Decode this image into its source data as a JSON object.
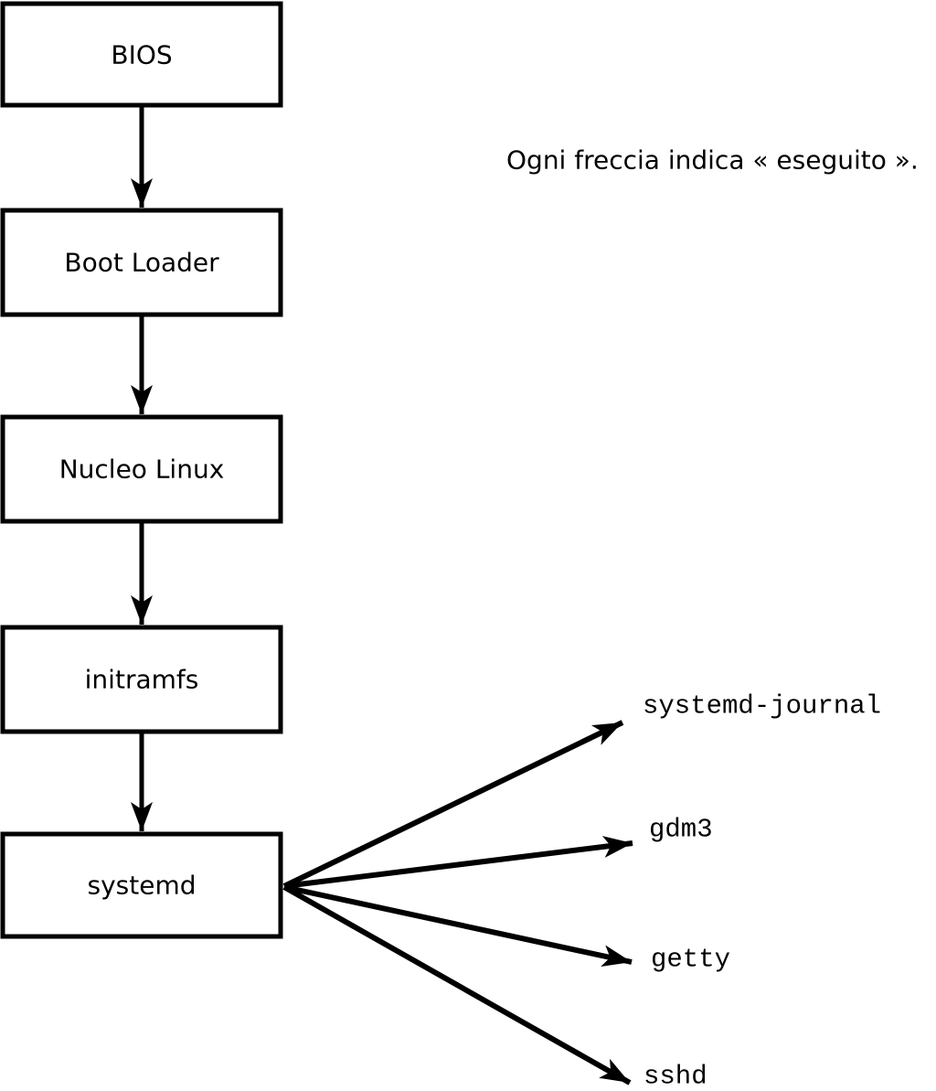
{
  "colors": {
    "background": "#ffffff",
    "foreground": "#000000"
  },
  "caption": "Ogni freccia indica « eseguito ».",
  "boot_chain": [
    {
      "label": "BIOS"
    },
    {
      "label": "Boot Loader"
    },
    {
      "label": "Nucleo Linux"
    },
    {
      "label": "initramfs"
    },
    {
      "label": "systemd"
    }
  ],
  "services": [
    {
      "label": "systemd-journal"
    },
    {
      "label": "gdm3"
    },
    {
      "label": "getty"
    },
    {
      "label": "sshd"
    }
  ]
}
